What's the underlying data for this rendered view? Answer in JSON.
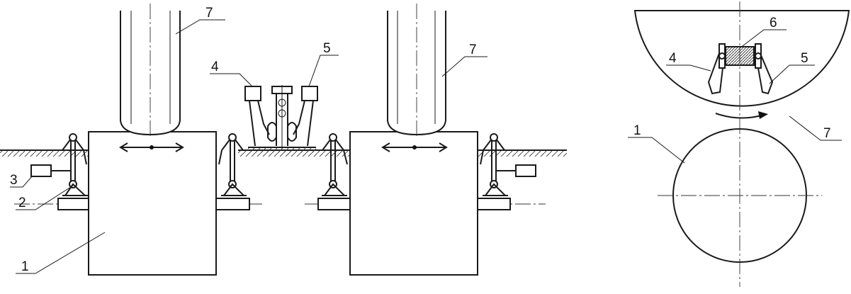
{
  "figure": {
    "labels": {
      "roll": "1",
      "lever": "2",
      "sensor": "3",
      "arm_left": "4",
      "arm_right": "5",
      "sample": "6",
      "tool": "7"
    }
  }
}
